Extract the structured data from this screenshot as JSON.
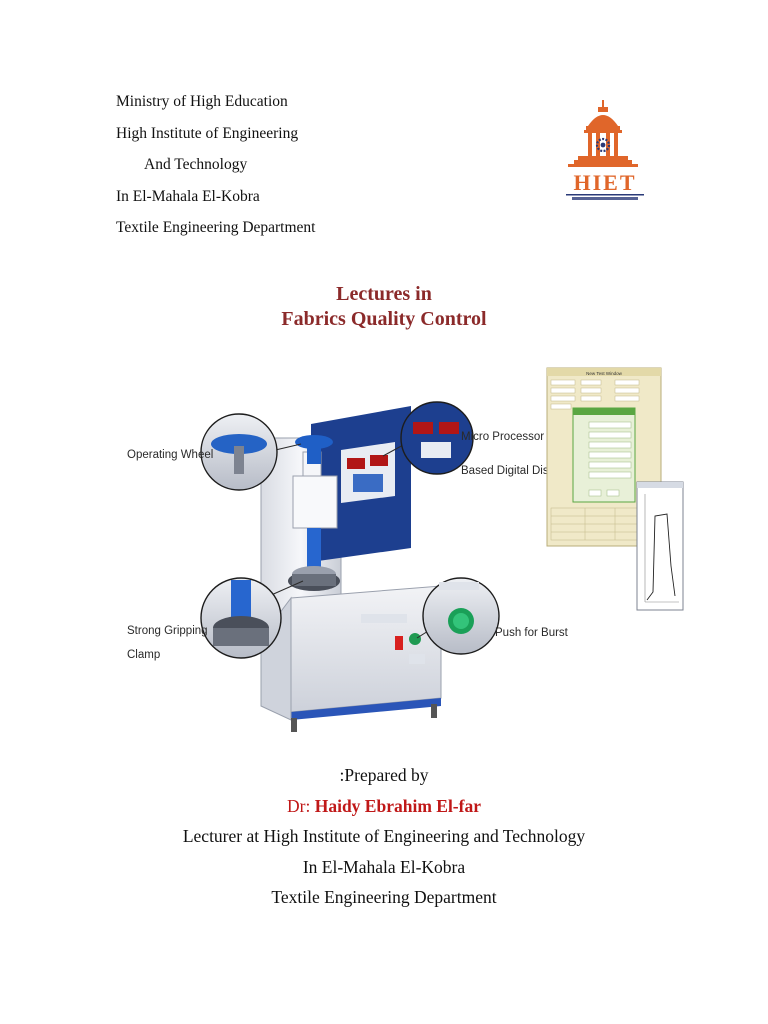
{
  "institution": {
    "line1": "Ministry of High Education",
    "line2": "High Institute of Engineering",
    "line3": "And Technology",
    "line4": "In El-Mahala El-Kobra",
    "line5": "Textile Engineering Department"
  },
  "logo": {
    "text": "HIET",
    "colors": {
      "orange": "#e0662a",
      "navy": "#2a3a78"
    }
  },
  "title": {
    "line1": "Lectures in",
    "line2": "Fabrics Quality Control",
    "color": "#8b2a2a"
  },
  "figure": {
    "callouts": {
      "operating_wheel": "Operating Wheel",
      "micro_processor_1": "Micro Processor",
      "micro_processor_2": "Based Digital Display",
      "gripping_1": "Strong Gripping",
      "gripping_2": "Clamp",
      "push_burst": "Push for Burst"
    },
    "software_title": "New Test Window"
  },
  "prepared": {
    "label": ":Prepared by",
    "dr_prefix": "Dr: ",
    "dr_name": "Haidy Ebrahim El-far",
    "line1": "Lecturer at High Institute of Engineering and Technology",
    "line2": "In El-Mahala El-Kobra",
    "line3": "Textile Engineering Department"
  }
}
